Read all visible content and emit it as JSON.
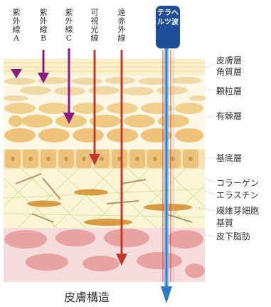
{
  "rays": {
    "uva": "紫外線A",
    "uvb": "紫外線B",
    "uvc": "紫外線C",
    "visible": "可視光線",
    "infrared": "遠赤外線",
    "terahertz": "テラヘルツ波"
  },
  "layers": {
    "stratum_corneum_line1": "皮膚層",
    "stratum_corneum_line2": "角質層",
    "granular": "顆粒層",
    "spinous": "有棘層",
    "basal": "基底層",
    "collagen": "コラーゲン",
    "elastin": "エラスチン",
    "fibroblast": "繊維芽細胞",
    "matrix": "基質",
    "subcutaneous": "皮下脂肪"
  },
  "caption": "皮膚構造",
  "colors": {
    "purple_arrow": "#8b1a84",
    "red_arrow": "#c0392b",
    "terahertz_badge": "#1f4e96",
    "terahertz_arrow": "#2e7cc4",
    "skin_layer": "#f2dba6",
    "basal_cell": "#e9c27c",
    "dermis": "#faf3cf",
    "fat": "#f4d4d4",
    "fat_cell": "#e8a0a0"
  }
}
